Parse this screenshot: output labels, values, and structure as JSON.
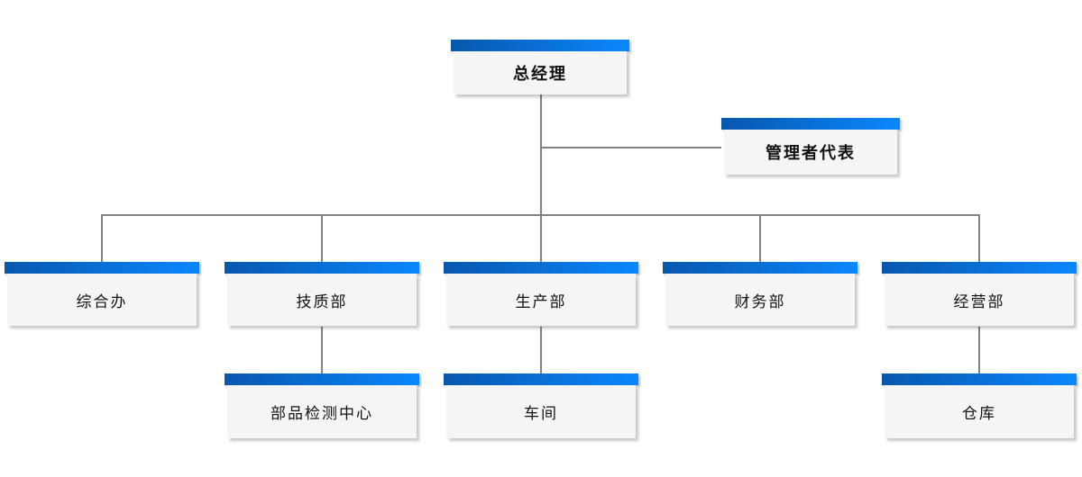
{
  "diagram": {
    "type": "org-chart",
    "colors": {
      "bar_gradient_start": "#0857ae",
      "bar_gradient_end": "#0a87fd",
      "node_body": "#f5f5f6",
      "connector": "#828282",
      "text": "#111111"
    },
    "nodes": {
      "root": {
        "label": "总经理"
      },
      "staff": {
        "label": "管理者代表"
      },
      "departments": [
        {
          "label": "综合办"
        },
        {
          "label": "技质部"
        },
        {
          "label": "生产部"
        },
        {
          "label": "财务部"
        },
        {
          "label": "经营部"
        }
      ],
      "sub_departments": [
        {
          "label": "部品检测中心"
        },
        {
          "label": "车间"
        },
        {
          "label": "仓库"
        }
      ]
    },
    "edges": [
      {
        "from": "总经理",
        "to": "管理者代表"
      },
      {
        "from": "总经理",
        "to": "综合办"
      },
      {
        "from": "总经理",
        "to": "技质部"
      },
      {
        "from": "总经理",
        "to": "生产部"
      },
      {
        "from": "总经理",
        "to": "财务部"
      },
      {
        "from": "总经理",
        "to": "经营部"
      },
      {
        "from": "技质部",
        "to": "部品检测中心"
      },
      {
        "from": "生产部",
        "to": "车间"
      },
      {
        "from": "经营部",
        "to": "仓库"
      }
    ]
  }
}
